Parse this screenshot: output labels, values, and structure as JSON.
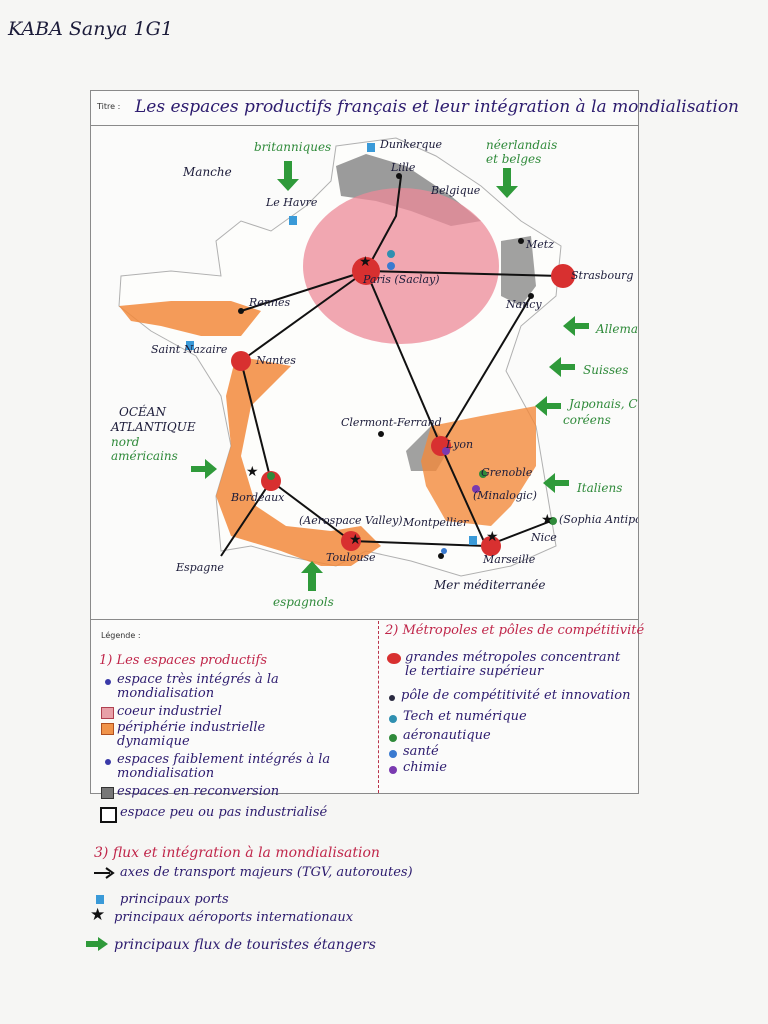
{
  "author": "KABA Sanya 1G1",
  "title_label": "Titre :",
  "title": "Les espaces productifs français et leur intégration à la mondialisation",
  "legend_label": "Légende :",
  "legend_part1": {
    "heading": "1) Les espaces productifs",
    "items": [
      {
        "text": "espace très intégrés à la mondialisation",
        "symbol": "dot",
        "color": "#3a3aa8"
      },
      {
        "text": "coeur industriel",
        "symbol": "square",
        "color": "#e8a0a8"
      },
      {
        "text": "périphérie industrielle dynamique",
        "symbol": "square",
        "color": "#f0934a"
      },
      {
        "text": "espaces faiblement intégrés à la mondialisation",
        "symbol": "dot",
        "color": "#3a3aa8"
      },
      {
        "text": "espaces en reconversion",
        "symbol": "square",
        "color": "#777777"
      },
      {
        "text": "espace peu ou pas industrialisé",
        "symbol": "square",
        "color": "#ffffff"
      }
    ]
  },
  "legend_part2": {
    "heading": "2) Métropoles et pôles de compétitivité",
    "items": [
      {
        "text": "grandes métropoles concentrant le tertiaire supérieur",
        "symbol": "big-dot",
        "color": "#d83030"
      },
      {
        "text": "pôle de compétitivité et innovation",
        "symbol": "dot",
        "color": "#2a2a40"
      },
      {
        "text": "Tech et numérique",
        "symbol": "dot",
        "color": "#2f8fb0"
      },
      {
        "text": "aéronautique",
        "symbol": "dot",
        "color": "#2f8a3a"
      },
      {
        "text": "santé",
        "symbol": "dot",
        "color": "#3a7ad0"
      },
      {
        "text": "chimie",
        "symbol": "dot",
        "color": "#7a3ab0"
      }
    ]
  },
  "legend_part3": {
    "heading": "3) flux et intégration à la mondialisation",
    "items": [
      {
        "text": "axes de transport majeurs (TGV, autoroutes)",
        "symbol": "arrow",
        "color": "#111111"
      },
      {
        "text": "principaux ports",
        "symbol": "square",
        "color": "#3a9ad8"
      },
      {
        "text": "principaux aéroports internationaux",
        "symbol": "star",
        "color": "#111111"
      },
      {
        "text": "principaux flux de touristes étangers",
        "symbol": "green-arrow",
        "color": "#2f9a3a"
      }
    ]
  },
  "map": {
    "cities": [
      "Dunkerque",
      "Lille",
      "Belgique",
      "Le Havre",
      "Paris (Saclay)",
      "Metz",
      "Strasbourg",
      "Nancy",
      "Rennes",
      "Saint Nazaire",
      "Nantes",
      "Clermont-Ferrand",
      "Lyon",
      "Grenoble (Minalogic)",
      "Bordeaux",
      "Espagne",
      "Toulouse",
      "(Aerospace Valley)",
      "Montpellier",
      "Marseille",
      "Nice",
      "(Sophia Antipolis)"
    ],
    "seas": [
      "Manche",
      "OCÉAN ATLANTIQUE",
      "Mer méditerranée"
    ],
    "tourist_flows": [
      "britanniques",
      "néerlandais et belges",
      "Allemands",
      "Suisses",
      "Japonais, Chinois, coréens",
      "Italiens",
      "nord américains",
      "espagnols"
    ]
  },
  "colors": {
    "core": "#ec8a98",
    "periphery": "#f28a3c",
    "reconversion": "#8a8a8a",
    "metropole": "#d83030",
    "axis": "#111111",
    "flow": "#2f9a3a",
    "ink_blue": "#2c1b6e",
    "ink_red": "#c0264a"
  }
}
